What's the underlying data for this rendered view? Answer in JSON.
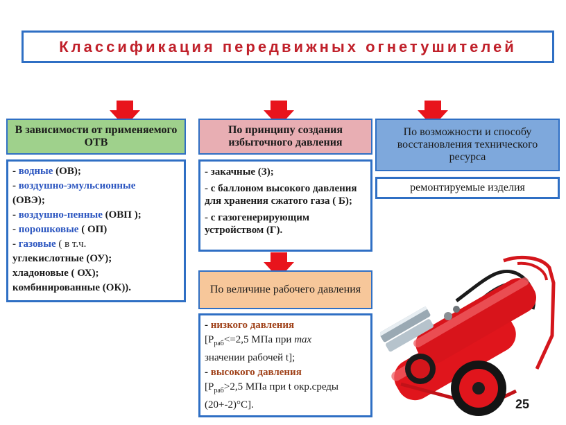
{
  "title": "Классификация передвижных огнетушителей",
  "colors": {
    "accent_blue": "#2f6fc4",
    "arrow_red": "#e8141c",
    "title_red": "#c0202a",
    "term_blue": "#2c56c0",
    "term_brown": "#a0421a"
  },
  "col1": {
    "header": "В зависимости от применяемого ОТВ",
    "lines": [
      {
        "dash": "- ",
        "term": "водные",
        "rest": " (ОВ);"
      },
      {
        "dash": "- ",
        "term": "воздушно-эмульсионные",
        "rest": ""
      },
      {
        "dash": "",
        "term": "",
        "rest": "(ОВЭ);"
      },
      {
        "dash": "- ",
        "term": "воздушно-пенные",
        "rest": " (ОВП );"
      },
      {
        "dash": "- ",
        "term": "порошковые",
        "rest": " ( ОП)"
      },
      {
        "dash": "- ",
        "term": "газовые",
        "rest": "  ( в т.ч."
      },
      {
        "dash": "",
        "term": "",
        "rest": "углекислотные  (ОУ);"
      },
      {
        "dash": "",
        "term": "",
        "rest": "хладоновые ( ОХ);"
      },
      {
        "dash": "",
        "term": "",
        "rest": "комбинированные (ОК))."
      }
    ]
  },
  "col2": {
    "header": "По принципу создания избыточного давления",
    "items": [
      "- закачные  (З);",
      "- с баллоном  высокого давления для хранения сжатого газа ( Б);",
      "- с газогенерирующим устройством (Г)."
    ],
    "header2": "По величине рабочего давления",
    "pressure": {
      "low_dash": "- ",
      "low_term": "низкого давления",
      "low_l1a": "[Р",
      "low_sub": "раб",
      "low_l1b": "<=2,5 МПа при ",
      "low_max": "max",
      "low_l2": "значении рабочей t];",
      "high_dash": "- ",
      "high_term": "высокого давления",
      "high_l1a": "[Р",
      "high_sub": "раб",
      "high_l1b": ">2,5 МПа при t окр.среды",
      "high_l2": "(20+-2)°С]."
    }
  },
  "col3": {
    "header": "По возможности и способу восстановления технического ресурса",
    "item": "ремонтируемые изделия"
  },
  "page_number": "25"
}
